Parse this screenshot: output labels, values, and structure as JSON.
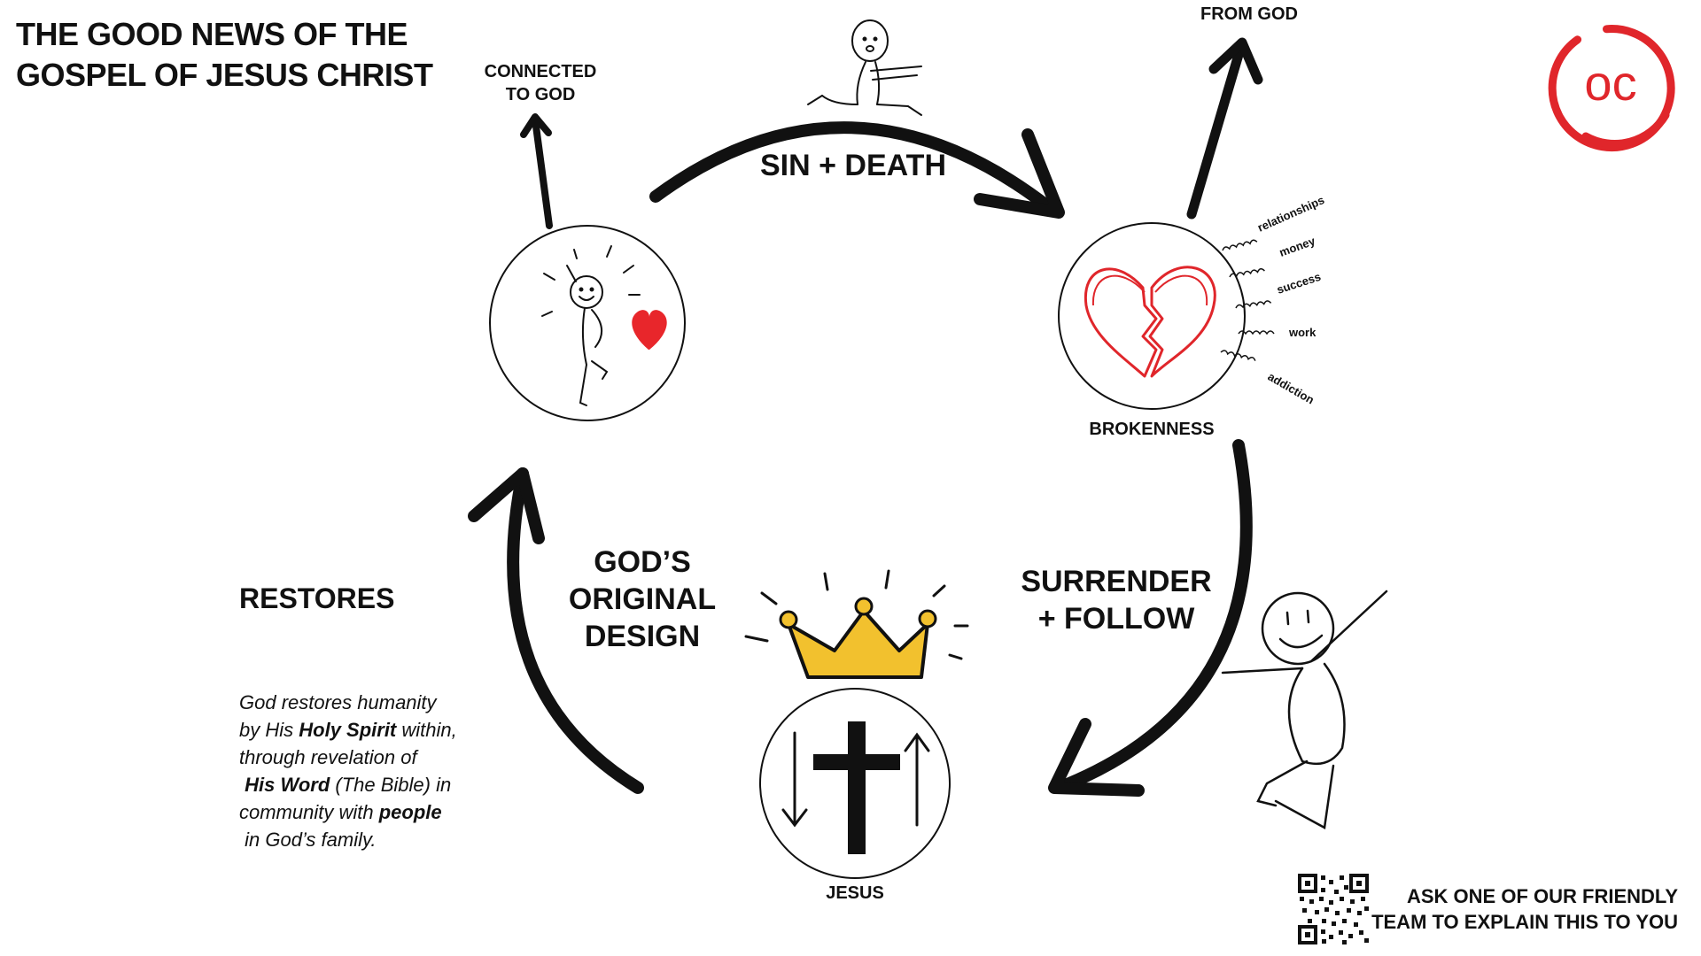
{
  "title": {
    "line1": "THE GOOD NEWS OF THE",
    "line2": "GOSPEL OF JESUS CHRIST"
  },
  "labels": {
    "connected_line1": "CONNECTED",
    "connected_line2": "TO GOD",
    "from_god": "FROM GOD",
    "sin_death": "SIN + DEATH",
    "brokenness": "BROKENNESS",
    "surrender_line1": "SURRENDER",
    "surrender_line2": "+ FOLLOW",
    "original_line1": "GOD’S",
    "original_line2": "ORIGINAL",
    "original_line3": "DESIGN",
    "jesus": "JESUS",
    "restores": "RESTORES"
  },
  "broken_items": [
    "relationships",
    "money",
    "success",
    "work",
    "addiction"
  ],
  "description": {
    "l1": "God restores humanity",
    "l2a": "by His ",
    "l2b": "Holy Spirit",
    "l2c": " within,",
    "l3": "through revelation of",
    "l4a": "His Word",
    "l4b": " (The Bible) in",
    "l5a": "community with ",
    "l5b": "people",
    "l6": "in God’s family."
  },
  "footer": {
    "line1": "ASK ONE OF OUR FRIENDLY",
    "line2": "TEAM TO EXPLAIN THIS TO YOU"
  },
  "logo": {
    "text": "oc",
    "color": "#e0262b"
  },
  "colors": {
    "heart": "#e8262b",
    "crown": "#f2c12e",
    "ink": "#111111"
  }
}
